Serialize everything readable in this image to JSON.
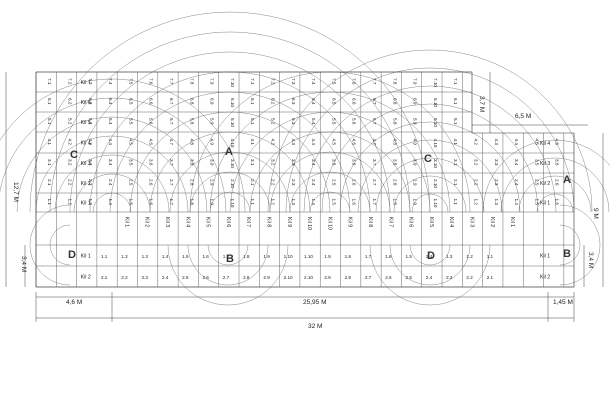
{
  "dimensions": {
    "left_height": "12,7 M",
    "left_lower": "3,4 M",
    "top_right_step": "3,7 M",
    "step_width": "6,5 M",
    "right_height": "9 M",
    "right_lower": "3,4 M",
    "bottom_left": "4,6 M",
    "bottom_mid": "25,95 M",
    "bottom_right": "1,45 M",
    "total_width": "32 M"
  },
  "zones": [
    "C",
    "A",
    "C",
    "A",
    "D",
    "B",
    "D",
    "B"
  ],
  "kil_left_rows": [
    "Kil 7",
    "Kil 6",
    "Kil 5",
    "Kil 4",
    "Kil 3",
    "Kil 2",
    "Kil 1"
  ],
  "kil_right_rows": [
    "Kil 4",
    "Kil 3",
    "Kil 2",
    "Kil 1"
  ],
  "kil_bottom_rows": [
    "Kil 1",
    "Kil 2"
  ],
  "kil_vertical": [
    "Kil 1",
    "Kil 2",
    "Kil 3",
    "Kil 4",
    "Kil 5",
    "Kil 6",
    "Kil 7",
    "Kil 8",
    "Kil 9",
    "Kil 10",
    "Kil 10",
    "Kil 9",
    "Kil 8",
    "Kil 7",
    "Kil 6",
    "Kil 5",
    "Kil 4",
    "Kil 3",
    "Kil 2",
    "Kil 1"
  ],
  "bottom_cells_row1": [
    "1.1",
    "1.2",
    "1.3",
    "1.4",
    "1.5",
    "1.6",
    "1.7",
    "1.8",
    "1.9",
    "1.10",
    "1.10",
    "1.9",
    "1.8",
    "1.7",
    "1.6",
    "1.5",
    "1.4",
    "1.3",
    "1.2",
    "1.1"
  ],
  "bottom_cells_row2": [
    "2.1",
    "2.2",
    "2.3",
    "2.4",
    "2.5",
    "2.6",
    "2.7",
    "2.8",
    "2.9",
    "2.10",
    "2.10",
    "2.9",
    "2.8",
    "2.7",
    "2.6",
    "2.5",
    "2.4",
    "2.3",
    "2.2",
    "2.1"
  ]
}
